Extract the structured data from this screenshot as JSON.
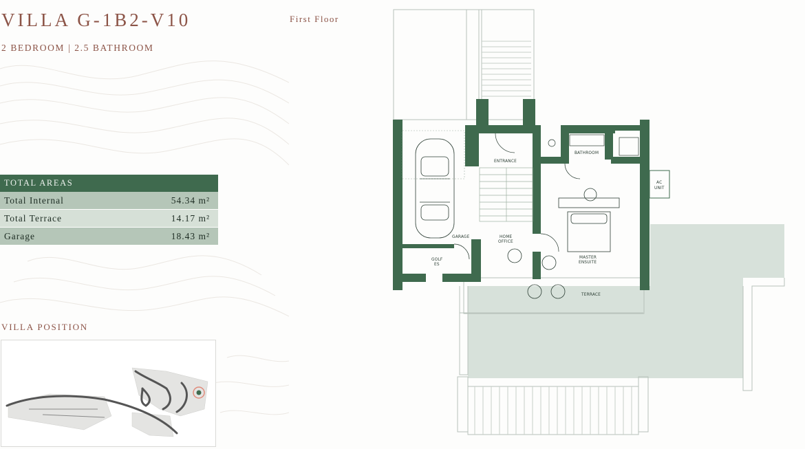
{
  "villa": {
    "title": "VILLA G-1B2-V10",
    "subtitle": "2 BEDROOM | 2.5 BATHROOM",
    "floor_label": "First Floor"
  },
  "areas": {
    "heading": "TOTAL AREAS",
    "rows": [
      {
        "label": "Total Internal",
        "value": "54.34 m²"
      },
      {
        "label": "Total Terrace",
        "value": "14.17 m²"
      },
      {
        "label": "Garage",
        "value": "18.43 m²"
      }
    ]
  },
  "position": {
    "heading": "VILLA POSITION"
  },
  "rooms": {
    "entrance": "ENTRANCE",
    "bathroom": "BATHROOM",
    "ac_1": "AC",
    "ac_2": "UNIT",
    "garage": "GARAGE",
    "home_1": "HOME",
    "home_2": "OFFICE",
    "master_1": "MASTER",
    "master_2": "ENSUITE",
    "golf_1": "GOLF",
    "golf_2": "ES",
    "terrace": "TERRACE"
  },
  "colors": {
    "wall": "#3f6a4e",
    "accent_text": "#8c5447",
    "table_header": "#3f6a4e",
    "table_row_dark": "#b5c6b8",
    "table_row_light": "#d6e0d7",
    "terrace_fill": "#d7e1da",
    "marker": "#e08b7b"
  }
}
